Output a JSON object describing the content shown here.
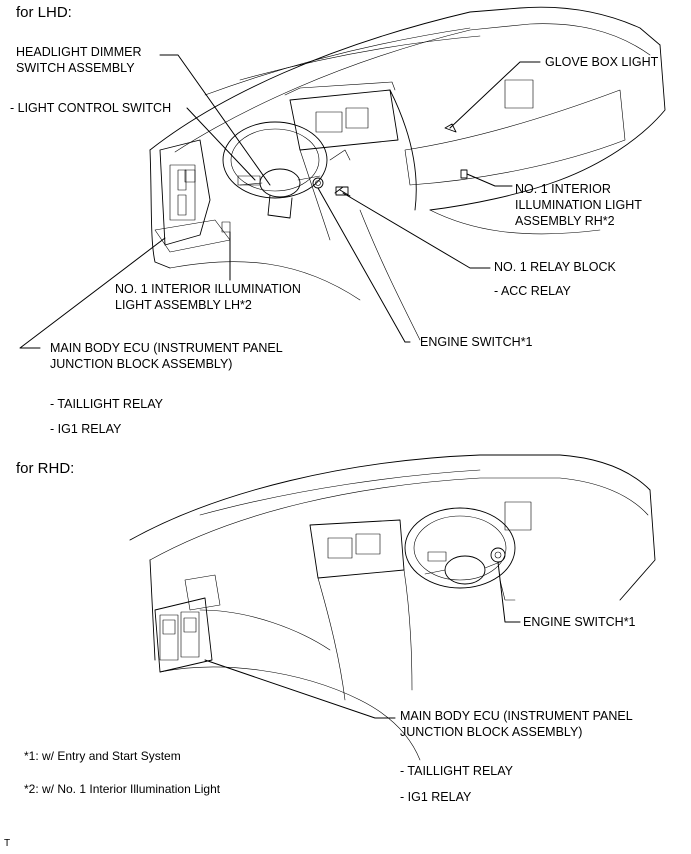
{
  "lhd": {
    "heading": "for LHD:",
    "headlight_dimmer": [
      "HEADLIGHT DIMMER",
      "SWITCH ASSEMBLY"
    ],
    "light_control_switch": "- LIGHT CONTROL SWITCH",
    "glove_box_light": "GLOVE BOX LIGHT",
    "interior_light_rh": [
      "NO. 1 INTERIOR",
      "ILLUMINATION LIGHT",
      "ASSEMBLY RH*2"
    ],
    "relay_block": "NO. 1 RELAY BLOCK",
    "acc_relay": "- ACC RELAY",
    "interior_light_lh": [
      "NO. 1 INTERIOR ILLUMINATION",
      "LIGHT ASSEMBLY LH*2"
    ],
    "engine_switch": "ENGINE SWITCH*1",
    "main_body_ecu": [
      "MAIN BODY ECU (INSTRUMENT PANEL",
      "JUNCTION BLOCK ASSEMBLY)"
    ],
    "taillight_relay": "- TAILLIGHT RELAY",
    "ig1_relay": "- IG1 RELAY"
  },
  "rhd": {
    "heading": "for RHD:",
    "engine_switch": "ENGINE SWITCH*1",
    "main_body_ecu": [
      "MAIN BODY ECU (INSTRUMENT PANEL",
      "JUNCTION BLOCK ASSEMBLY)"
    ],
    "taillight_relay": "- TAILLIGHT RELAY",
    "ig1_relay": "- IG1 RELAY"
  },
  "footnotes": {
    "note1": "*1: w/ Entry and Start System",
    "note2": "*2: w/ No. 1 Interior Illumination Light"
  },
  "corner_mark": "T"
}
